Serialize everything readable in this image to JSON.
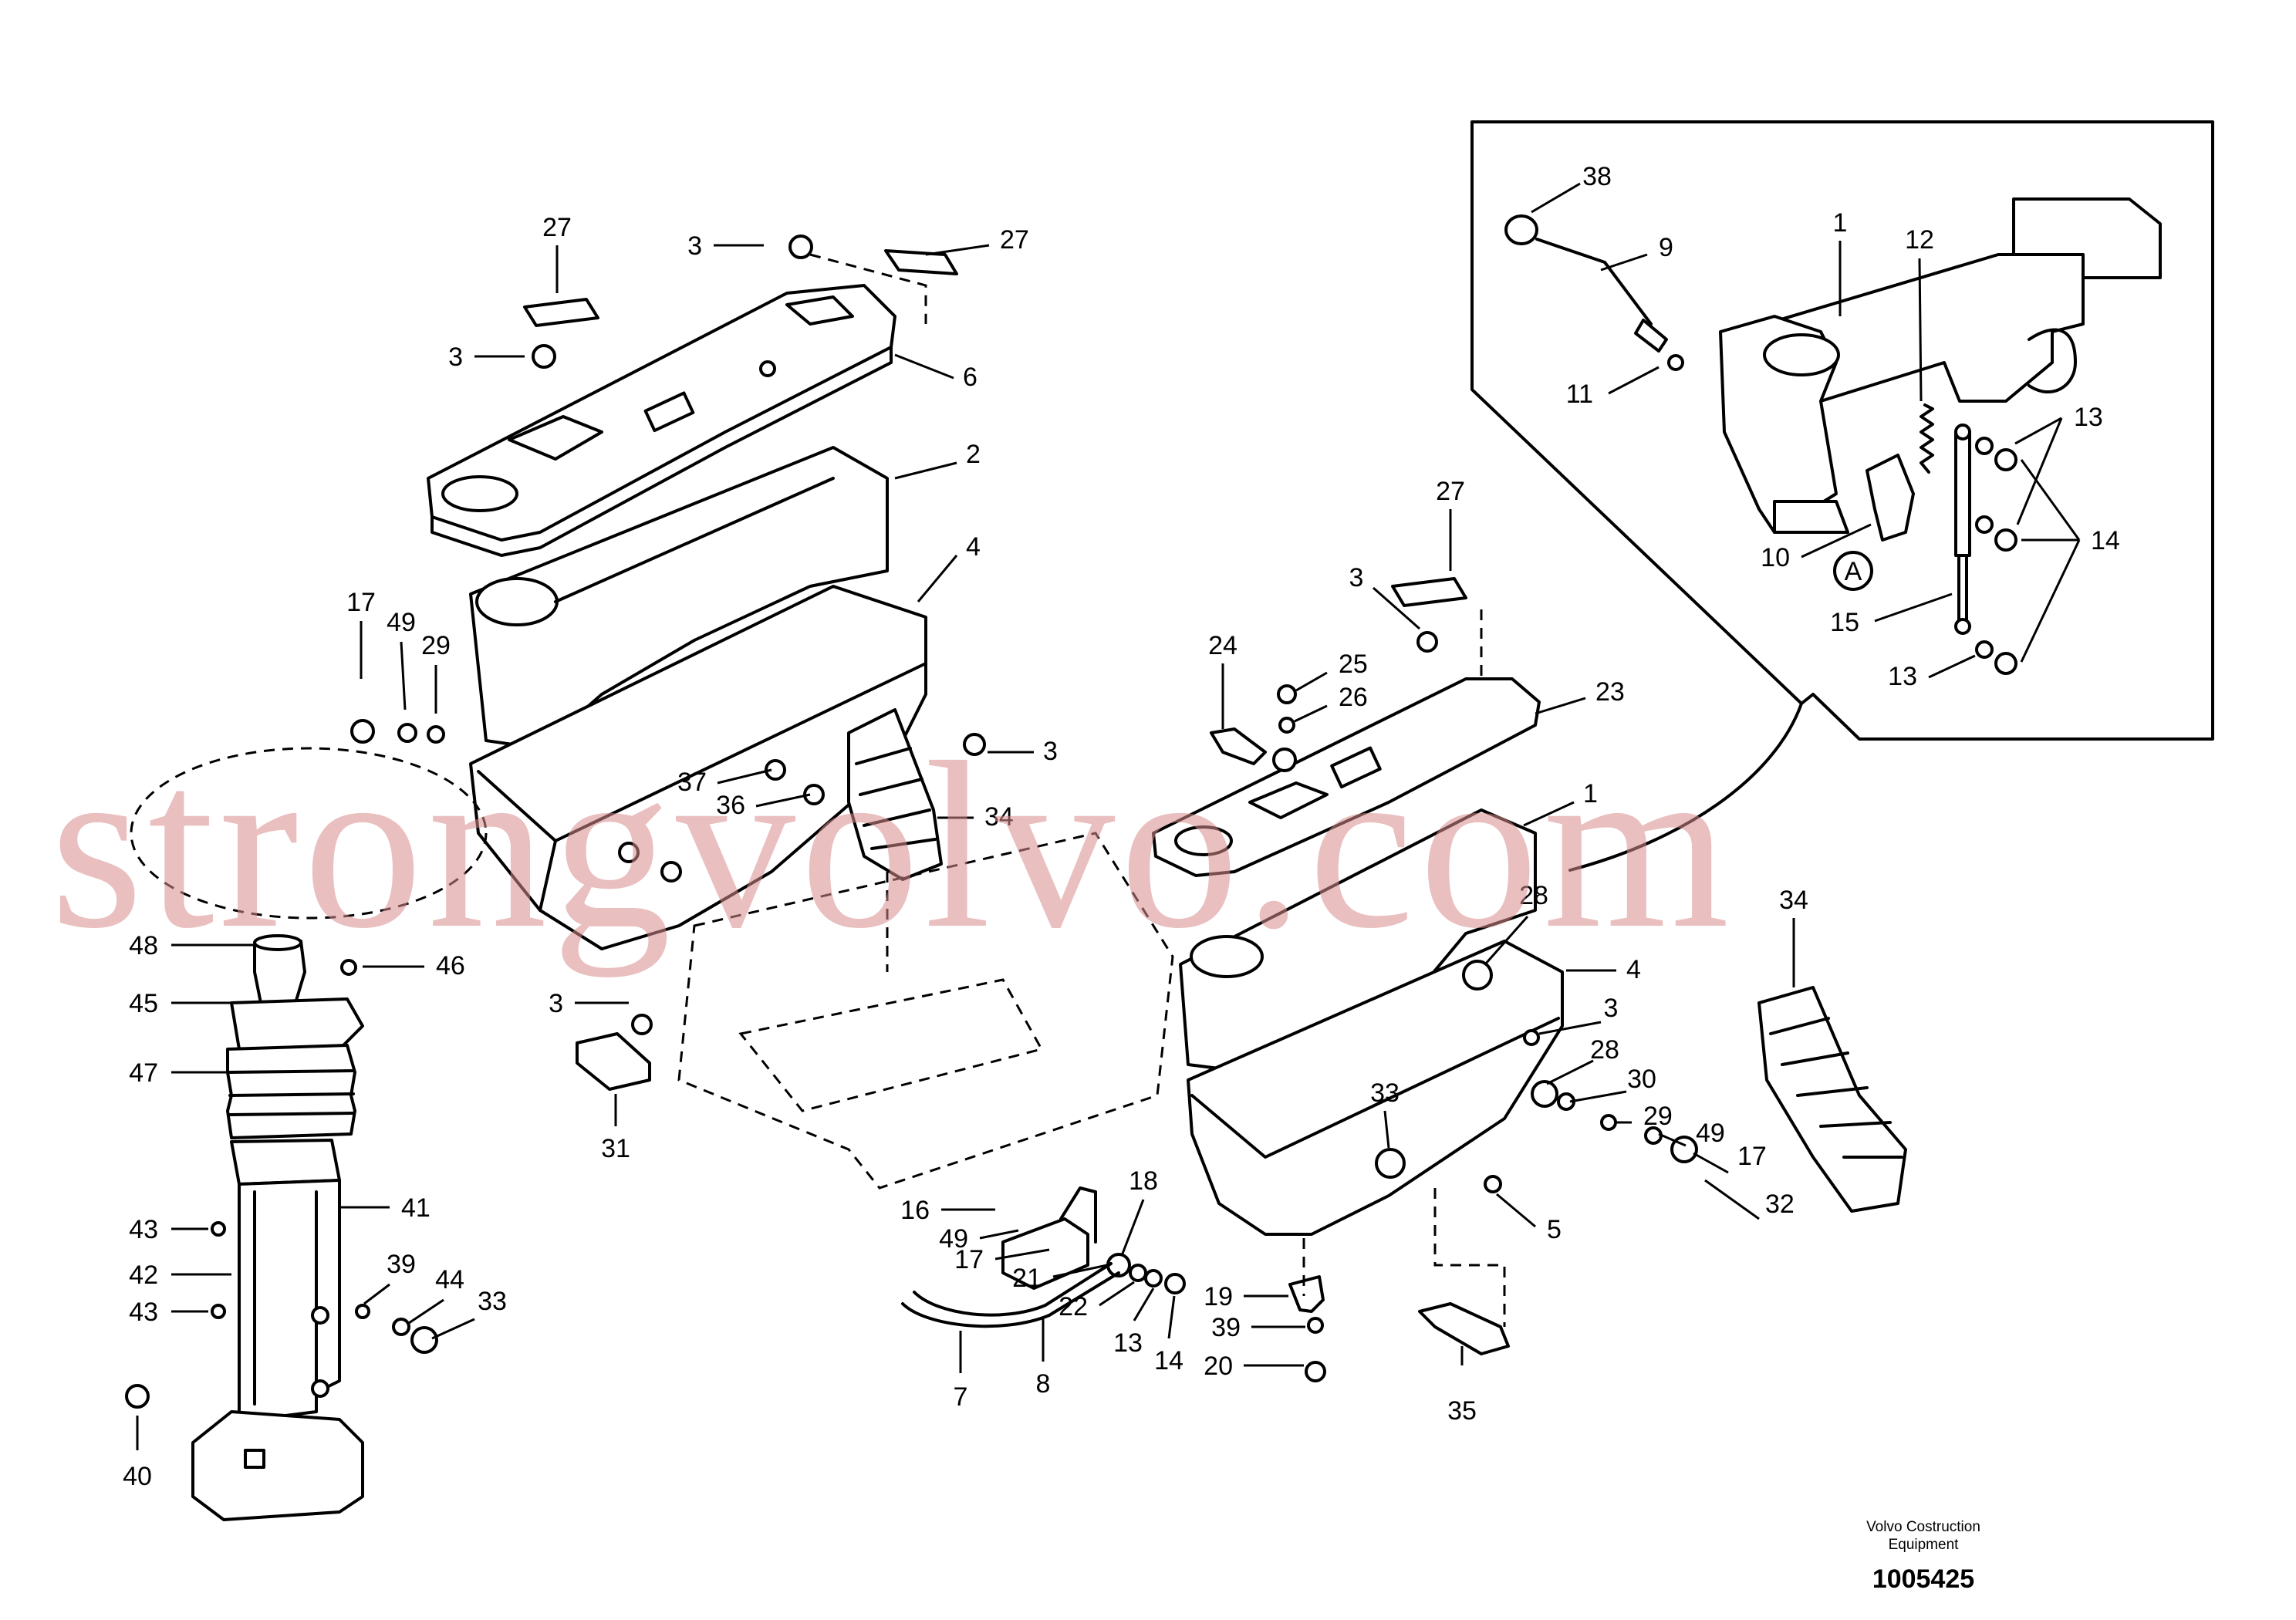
{
  "watermark": "strongvolvo.com",
  "footer": {
    "company_line1": "Volvo Costruction",
    "company_line2": "Equipment",
    "drawing_number": "1005425"
  },
  "detail_marker": "A",
  "callouts": [
    {
      "id": "c27a",
      "text": "27"
    },
    {
      "id": "c3a",
      "text": "3"
    },
    {
      "id": "c27b",
      "text": "27"
    },
    {
      "id": "c3b",
      "text": "3"
    },
    {
      "id": "c6",
      "text": "6"
    },
    {
      "id": "c2",
      "text": "2"
    },
    {
      "id": "c4a",
      "text": "4"
    },
    {
      "id": "c17a",
      "text": "17"
    },
    {
      "id": "c49a",
      "text": "49"
    },
    {
      "id": "c29a",
      "text": "29"
    },
    {
      "id": "c3c",
      "text": "3"
    },
    {
      "id": "c37",
      "text": "37"
    },
    {
      "id": "c36",
      "text": "36"
    },
    {
      "id": "c34a",
      "text": "34"
    },
    {
      "id": "c48",
      "text": "48"
    },
    {
      "id": "c46",
      "text": "46"
    },
    {
      "id": "c45",
      "text": "45"
    },
    {
      "id": "c3d",
      "text": "3"
    },
    {
      "id": "c47",
      "text": "47"
    },
    {
      "id": "c31",
      "text": "31"
    },
    {
      "id": "c43a",
      "text": "43"
    },
    {
      "id": "c41",
      "text": "41"
    },
    {
      "id": "c42",
      "text": "42"
    },
    {
      "id": "c43b",
      "text": "43"
    },
    {
      "id": "c39a",
      "text": "39"
    },
    {
      "id": "c44",
      "text": "44"
    },
    {
      "id": "c33a",
      "text": "33"
    },
    {
      "id": "c40",
      "text": "40"
    },
    {
      "id": "c38",
      "text": "38"
    },
    {
      "id": "c9",
      "text": "9"
    },
    {
      "id": "c1a",
      "text": "1"
    },
    {
      "id": "c12",
      "text": "12"
    },
    {
      "id": "c11",
      "text": "11"
    },
    {
      "id": "c13a",
      "text": "13"
    },
    {
      "id": "c14a",
      "text": "14"
    },
    {
      "id": "c10",
      "text": "10"
    },
    {
      "id": "c15",
      "text": "15"
    },
    {
      "id": "c13b",
      "text": "13"
    },
    {
      "id": "c27c",
      "text": "27"
    },
    {
      "id": "c3e",
      "text": "3"
    },
    {
      "id": "c24",
      "text": "24"
    },
    {
      "id": "c25",
      "text": "25"
    },
    {
      "id": "c26",
      "text": "26"
    },
    {
      "id": "c23",
      "text": "23"
    },
    {
      "id": "c1b",
      "text": "1"
    },
    {
      "id": "c28a",
      "text": "28"
    },
    {
      "id": "c4b",
      "text": "4"
    },
    {
      "id": "c34b",
      "text": "34"
    },
    {
      "id": "c3f",
      "text": "3"
    },
    {
      "id": "c28b",
      "text": "28"
    },
    {
      "id": "c30",
      "text": "30"
    },
    {
      "id": "c29b",
      "text": "29"
    },
    {
      "id": "c49b",
      "text": "49"
    },
    {
      "id": "c17b",
      "text": "17"
    },
    {
      "id": "c32",
      "text": "32"
    },
    {
      "id": "c33b",
      "text": "33"
    },
    {
      "id": "c5",
      "text": "5"
    },
    {
      "id": "c16",
      "text": "16"
    },
    {
      "id": "c49c",
      "text": "49"
    },
    {
      "id": "c17c",
      "text": "17"
    },
    {
      "id": "c18",
      "text": "18"
    },
    {
      "id": "c21",
      "text": "21"
    },
    {
      "id": "c22",
      "text": "22"
    },
    {
      "id": "c13c",
      "text": "13"
    },
    {
      "id": "c14b",
      "text": "14"
    },
    {
      "id": "c7",
      "text": "7"
    },
    {
      "id": "c8",
      "text": "8"
    },
    {
      "id": "c19",
      "text": "19"
    },
    {
      "id": "c39b",
      "text": "39"
    },
    {
      "id": "c20",
      "text": "20"
    },
    {
      "id": "c35",
      "text": "35"
    }
  ]
}
